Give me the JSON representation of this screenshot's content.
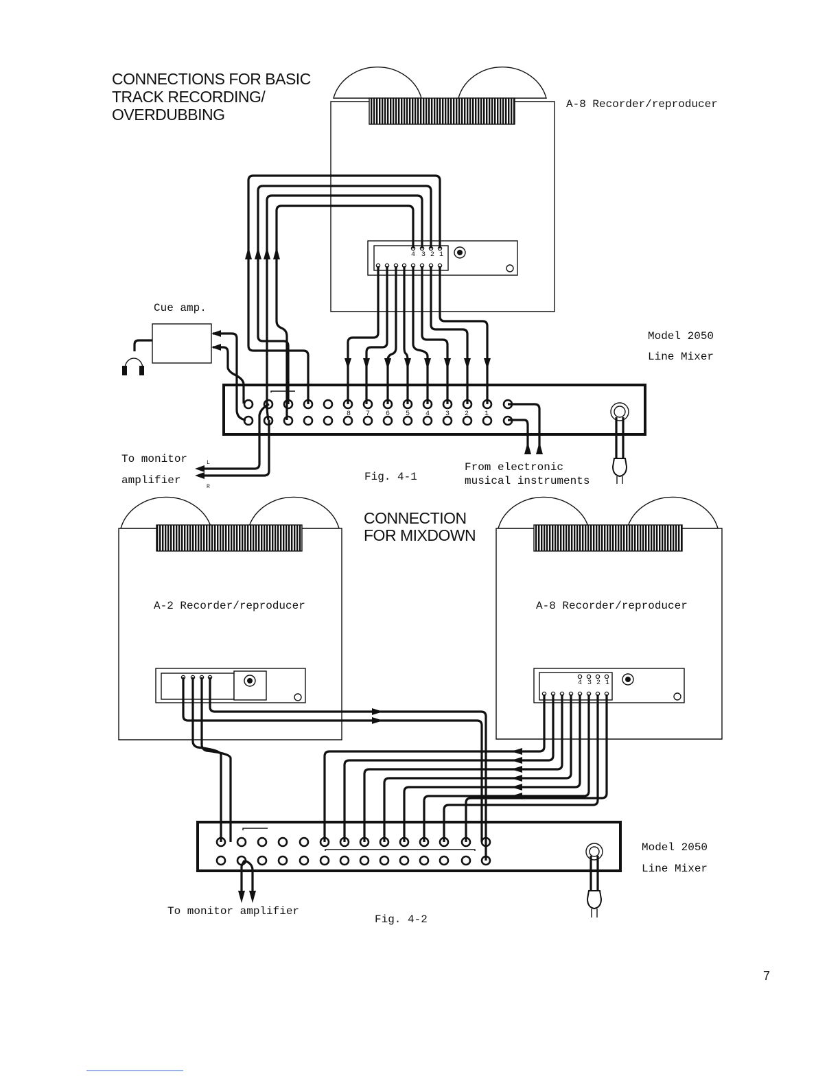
{
  "fig1": {
    "heading": [
      "CONNECTIONS FOR BASIC",
      "TRACK RECORDING/",
      "OVERDUBBING"
    ],
    "recorder_label": "A-8 Recorder/reproducer",
    "recorder_jack_numbers": [
      "4",
      "3",
      "2",
      "1"
    ],
    "cue_amp_label": "Cue amp.",
    "mixer_label": [
      "Model 2050",
      "Line Mixer"
    ],
    "mixer_channel_numbers": [
      "8",
      "7",
      "6",
      "5",
      "4",
      "3",
      "2",
      "1"
    ],
    "monitor_label": [
      "To monitor",
      "amplifier"
    ],
    "monitor_channels": [
      "L",
      "R"
    ],
    "instruments_label": [
      "From electronic",
      "musical instruments"
    ],
    "caption": "Fig. 4-1"
  },
  "fig2": {
    "heading": [
      "CONNECTION",
      "FOR MIXDOWN"
    ],
    "recorder_a2_label": "A-2 Recorder/reproducer",
    "recorder_a8_label": "A-8 Recorder/reproducer",
    "recorder_a8_jack_numbers": [
      "4",
      "3",
      "2",
      "1"
    ],
    "mixer_label": [
      "Model 2050",
      "Line Mixer"
    ],
    "monitor_label": "To monitor amplifier",
    "caption": "Fig. 4-2"
  },
  "page_number": "7"
}
